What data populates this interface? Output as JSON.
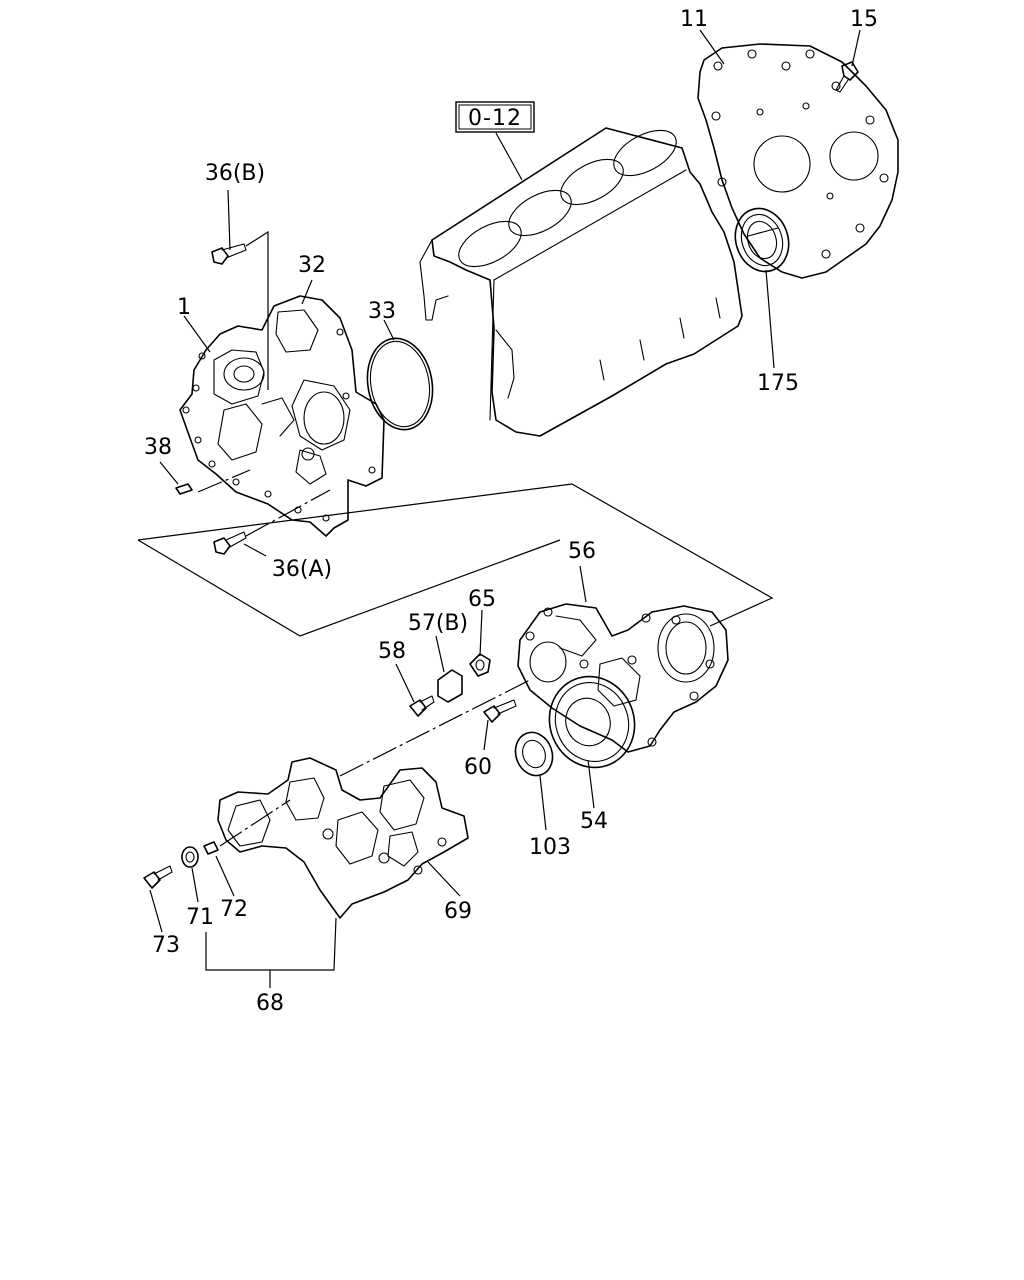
{
  "reference": {
    "label": "0-12"
  },
  "labels": {
    "p11": "11",
    "p15": "15",
    "p175": "175",
    "p36b": "36(B)",
    "p32": "32",
    "p1": "1",
    "p33": "33",
    "p38": "38",
    "p36a": "36(A)",
    "p56": "56",
    "p65": "65",
    "p57b": "57(B)",
    "p58": "58",
    "p60": "60",
    "p103": "103",
    "p54": "54",
    "p69": "69",
    "p71": "71",
    "p72": "72",
    "p73": "73",
    "p68": "68"
  }
}
